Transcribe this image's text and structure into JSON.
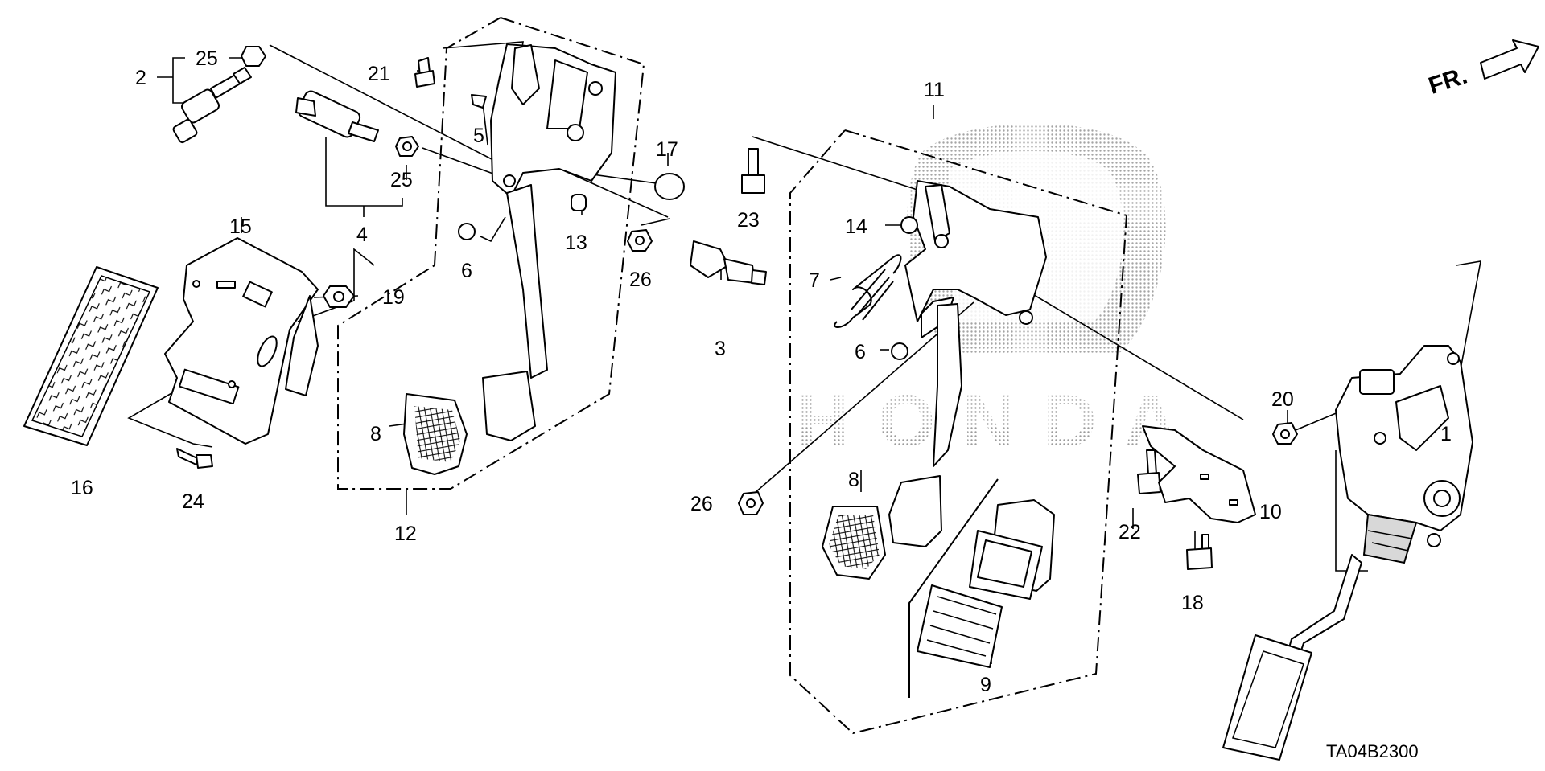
{
  "diagram_code": "TA04B2300",
  "direction_label": "FR.",
  "watermark_text": "HONDA",
  "colors": {
    "ink": "#000000",
    "paper": "#ffffff",
    "watermark": "#bbbbbb"
  },
  "callouts": {
    "c1": "1",
    "c2": "2",
    "c3": "3",
    "c4": "4",
    "c5": "5",
    "c6a": "6",
    "c6b": "6",
    "c7": "7",
    "c8a": "8",
    "c8b": "8",
    "c9": "9",
    "c10": "10",
    "c11": "11",
    "c12": "12",
    "c13": "13",
    "c14": "14",
    "c15": "15",
    "c16": "16",
    "c17": "17",
    "c18": "18",
    "c19": "19",
    "c20": "20",
    "c21": "21",
    "c22": "22",
    "c23": "23",
    "c24": "24",
    "c25a": "25",
    "c25b": "25",
    "c26a": "26",
    "c26b": "26"
  }
}
